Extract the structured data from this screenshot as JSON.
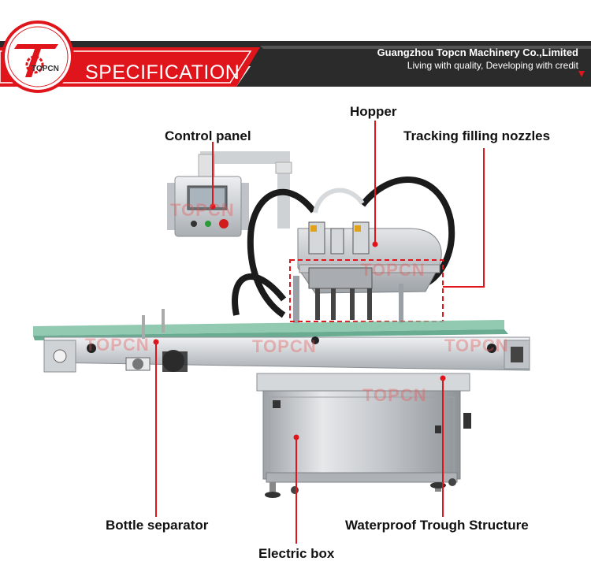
{
  "header": {
    "title": "SPECIFICATION",
    "company": "Guangzhou Topcn Machinery Co.,Limited",
    "slogan": "Living with quality, Developing with credit",
    "logo_text": "TOPCN"
  },
  "labels": {
    "hopper": "Hopper",
    "control_panel": "Control panel",
    "tracking_nozzles": "Tracking filling nozzles",
    "bottle_separator": "Bottle separator",
    "waterproof_trough": "Waterproof Trough Structure",
    "electric_box": "Electric box"
  },
  "watermark": "TOPCN",
  "colors": {
    "accent_red": "#e0141b",
    "header_dark": "#2b2b2b",
    "steel": "#c9cdd2",
    "rail_green": "#7fbfa3"
  }
}
